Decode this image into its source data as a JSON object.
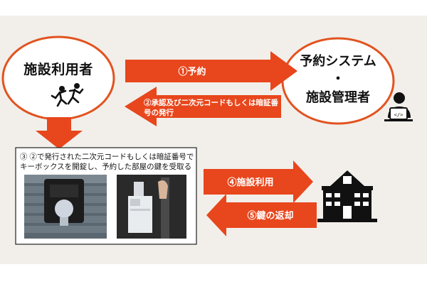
{
  "colors": {
    "background": "#f2efeb",
    "accent": "#e8461c",
    "circle_border": "#e2531f",
    "outline": "#222222"
  },
  "user_node": {
    "label": "施設利用者",
    "icon": "running-people-icon"
  },
  "system_node": {
    "label_line1": "予約システム",
    "label_line2": "・",
    "label_line3": "施設管理者",
    "icon": "person-with-laptop-icon"
  },
  "arrows": {
    "reserve": "①予約",
    "approval_line1": "②承認及び二次元コードもしくは暗証番",
    "approval_line2": "号の発行",
    "facility_use": "④施設利用",
    "key_return": "⑤鍵の返却"
  },
  "step3": {
    "line1": "③  ②で発行された二次元コードもしくは暗証番号で",
    "line2": "キーボックスを開錠し、予約した部屋の鍵を受取る",
    "photos": [
      "keybox-photo",
      "key-cabinet-photo"
    ]
  },
  "facility": {
    "icon": "building-icon"
  }
}
